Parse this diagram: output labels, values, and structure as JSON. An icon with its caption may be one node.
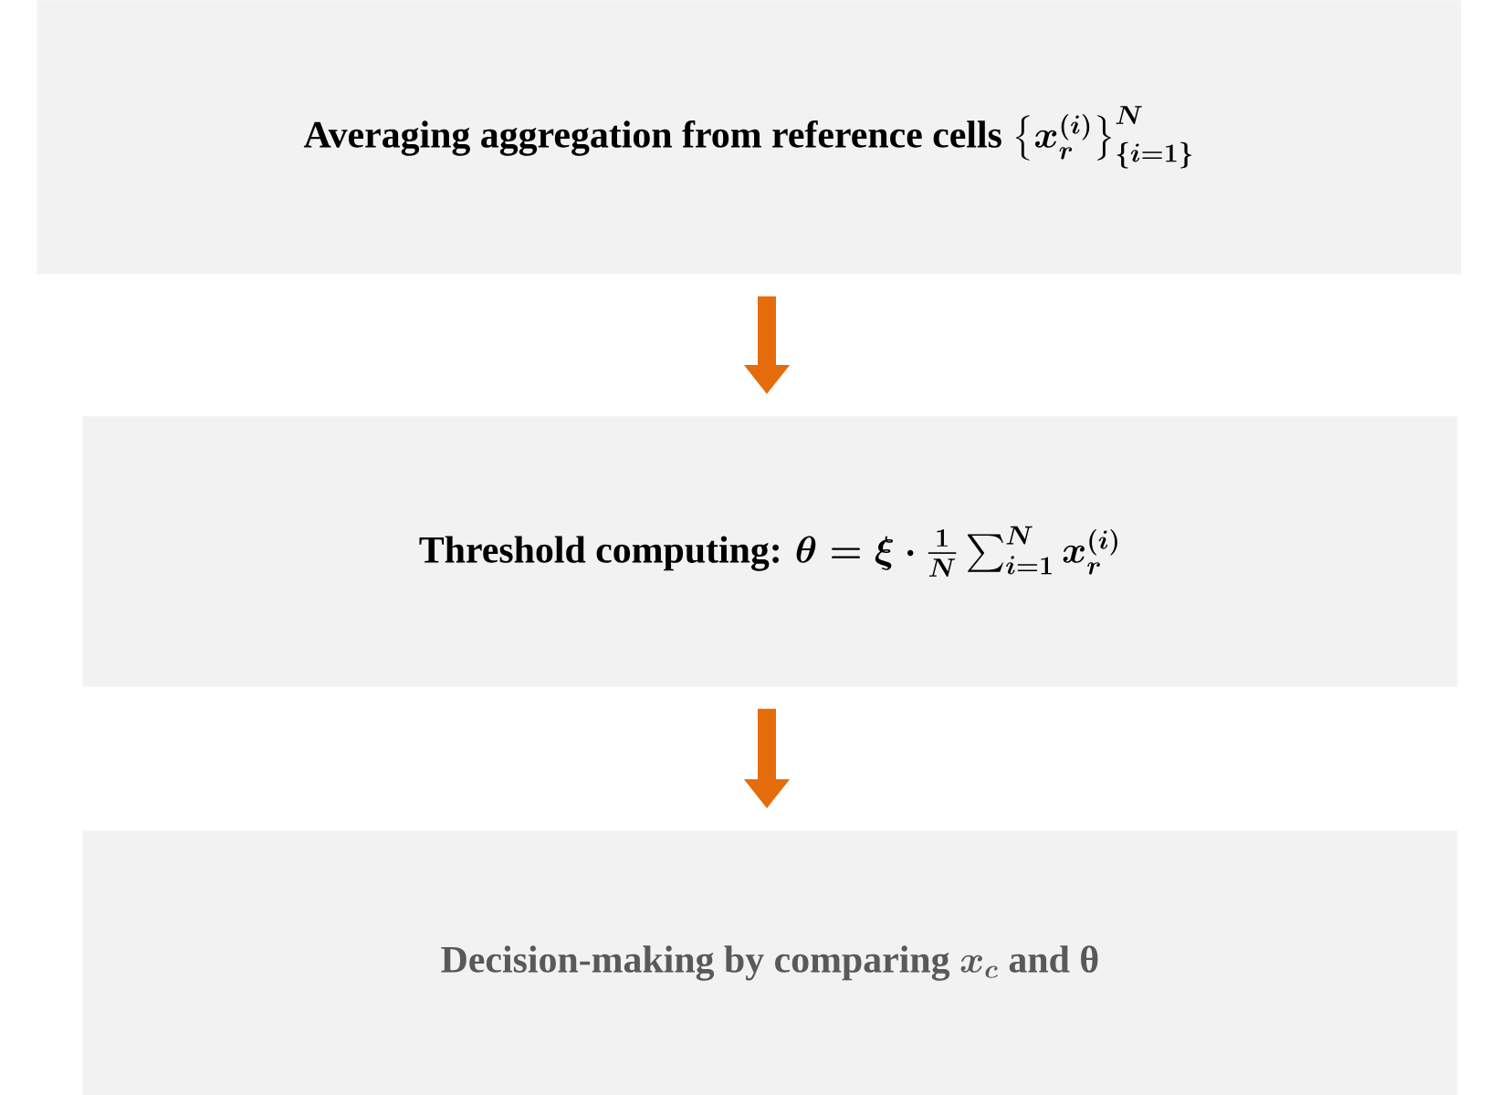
{
  "diagram": {
    "nodes": [
      {
        "text": [
          "Averaging aggregation from reference cells",
          "\\left\\{x_r^{(i)}\\right\\}_{\\{i=1\\}}^{N}"
        ]
      },
      {
        "text": [
          "Threshold computing:",
          "\\theta = \\xi \\cdot \\frac{1}{N}\\sum_{i=1}^{N} x_r^{(i)}"
        ]
      },
      {
        "text": [
          "Decision-making by comparing",
          "x_c",
          "and θ"
        ]
      }
    ],
    "edges": [
      {
        "from": 0,
        "to": 1,
        "arrow": "to"
      },
      {
        "from": 1,
        "to": 2,
        "arrow": "to"
      }
    ]
  }
}
